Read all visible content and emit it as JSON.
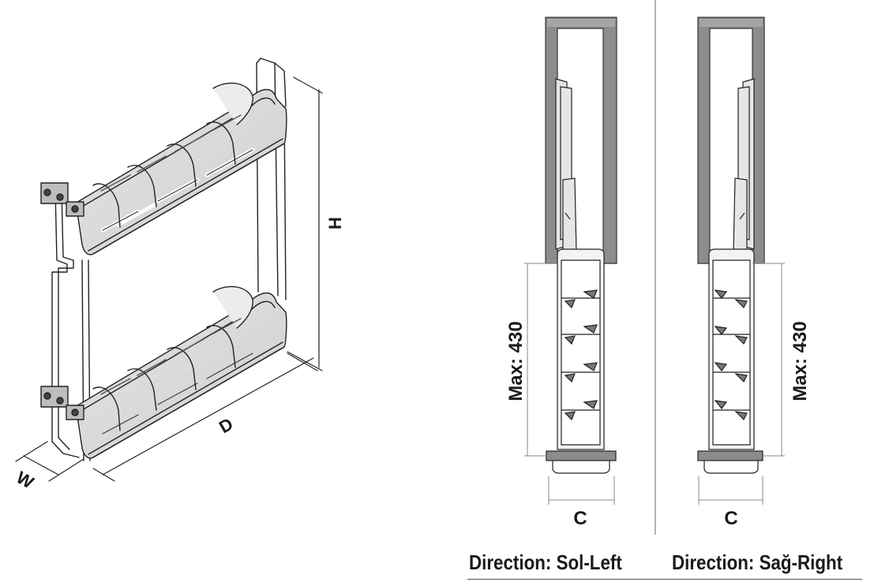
{
  "diagram": {
    "iso_dimensions": {
      "height": "H",
      "depth": "D",
      "width": "W"
    },
    "left_view": {
      "max_label": "Max: 430",
      "clearance_label": "C"
    },
    "right_view": {
      "max_label": "Max: 430",
      "clearance_label": "C"
    },
    "captions": {
      "left": "Direction: Sol-Left",
      "right": "Direction: Sağ-Right"
    }
  }
}
